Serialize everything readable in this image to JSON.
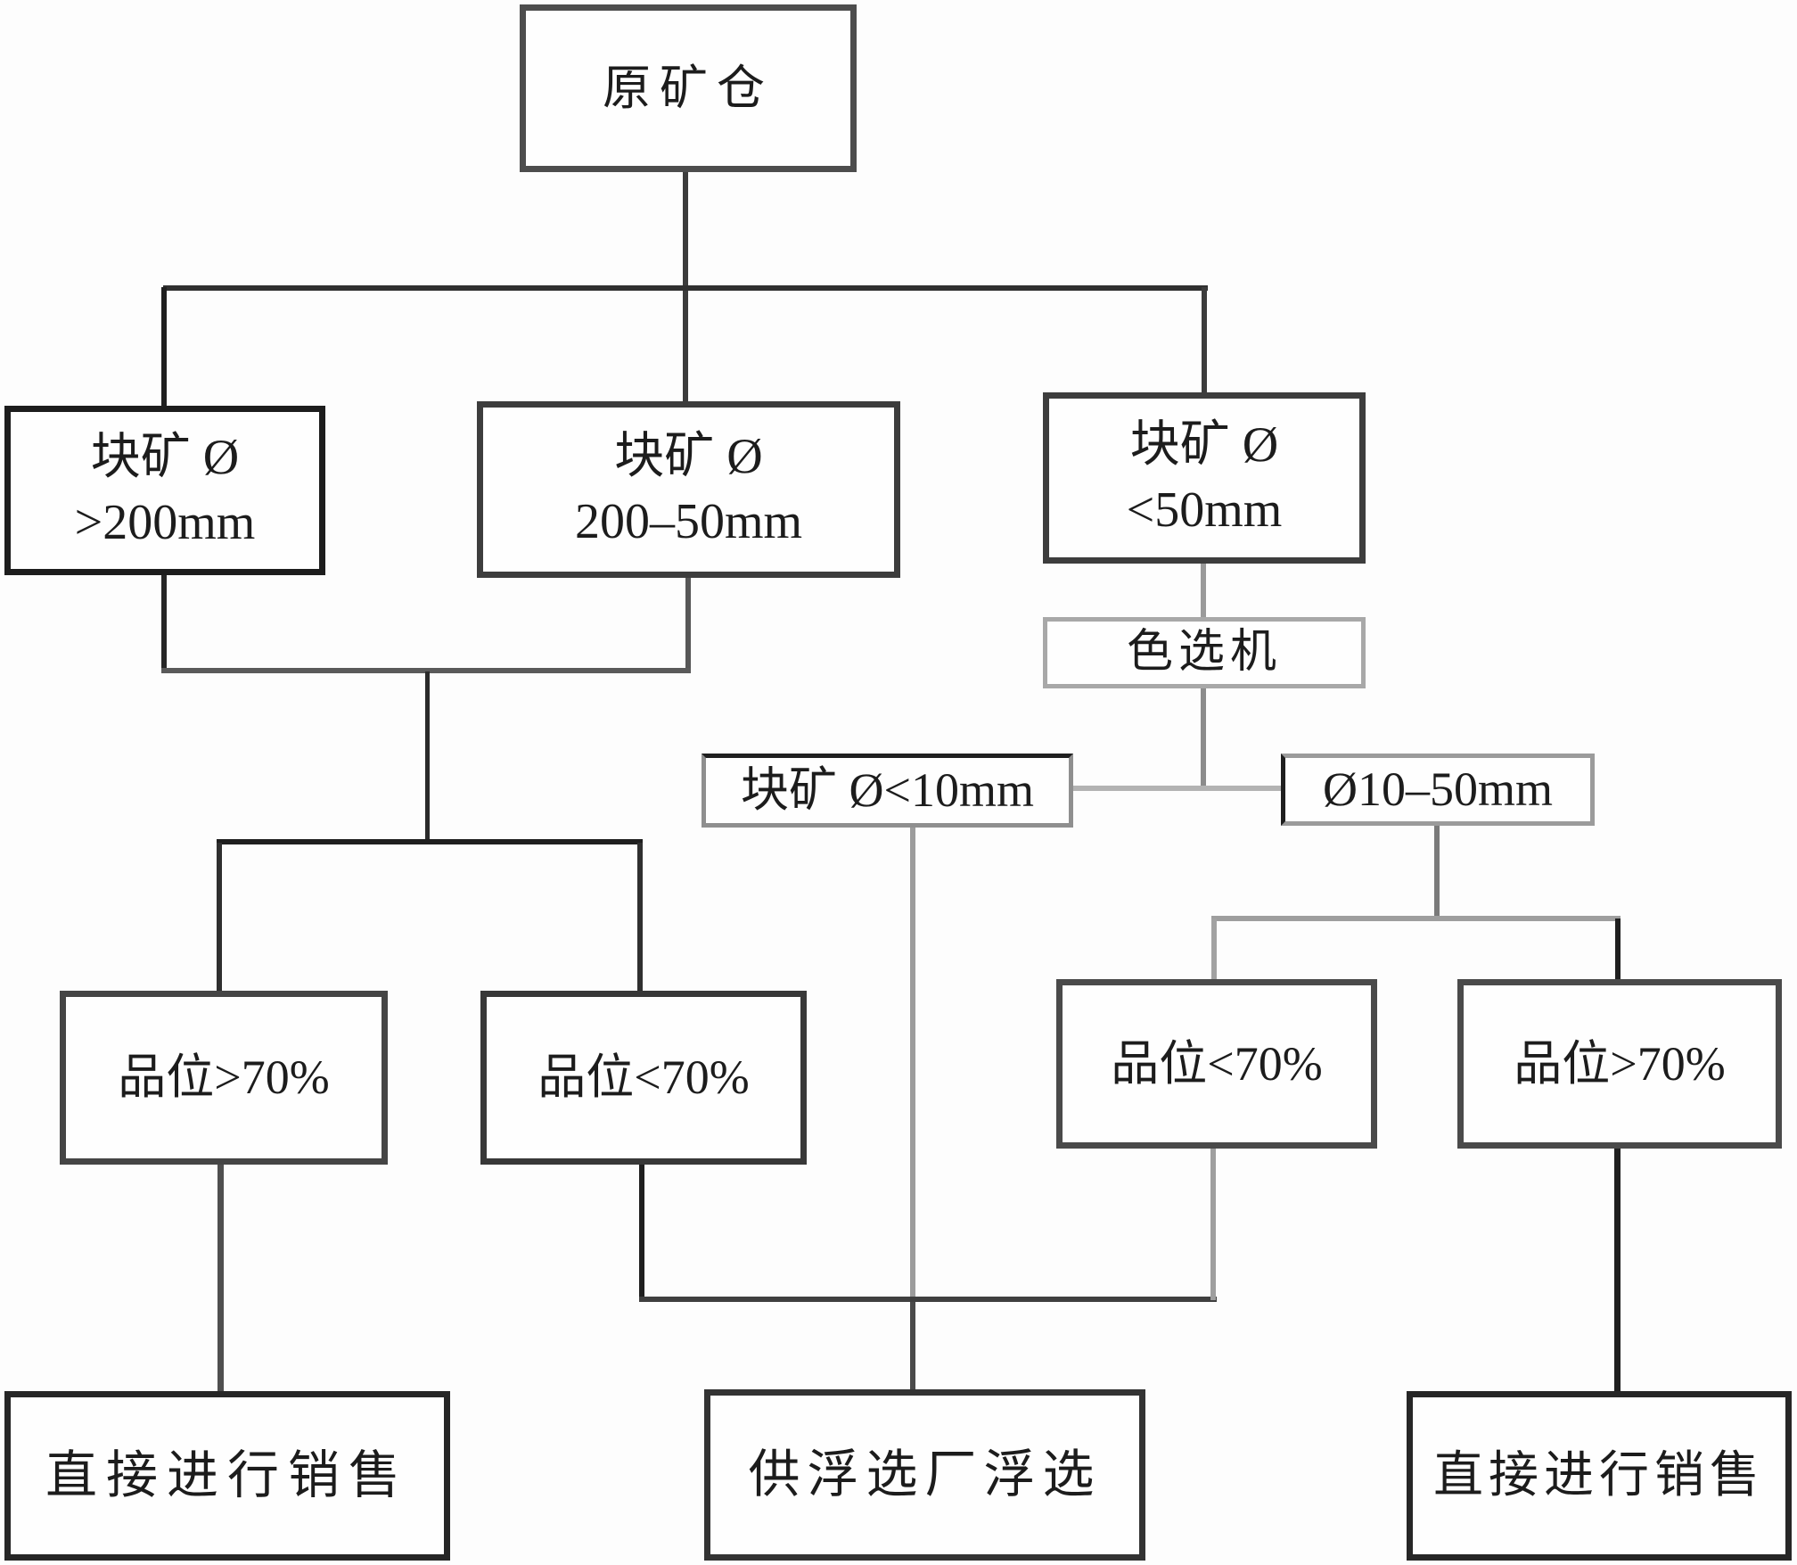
{
  "diagram": {
    "type": "flowchart",
    "language": "zh-CN",
    "nodes": {
      "raw_ore_bin": {
        "label": "原矿仓"
      },
      "lump_gt_200": {
        "line1": "块矿 Ø",
        "line2": ">200mm"
      },
      "lump_200_50": {
        "line1": "块矿 Ø",
        "line2": "200–50mm"
      },
      "lump_lt_50": {
        "line1": "块矿 Ø",
        "line2": "<50mm"
      },
      "color_sorter": {
        "label": "色选机"
      },
      "lump_lt_10": {
        "label": "块矿 Ø<10mm"
      },
      "dia_10_50": {
        "label": "Ø10–50mm"
      },
      "grade_gt_70_left": {
        "label": "品位>70%"
      },
      "grade_lt_70_left": {
        "label": "品位<70%"
      },
      "grade_lt_70_right": {
        "label": "品位<70%"
      },
      "grade_gt_70_right": {
        "label": "品位>70%"
      },
      "sell_left": {
        "label": "直接进行销售"
      },
      "flotation": {
        "label": "供浮选厂浮选"
      },
      "sell_right": {
        "label": "直接进行销售"
      }
    },
    "colors": {
      "line_dark": "#242424",
      "line_medium": "#555555",
      "line_gray": "#9e9e9e",
      "box_border_dark": "#2e2e2e",
      "box_border_gray": "#a8a8a8",
      "background": "#fdfdfd"
    }
  }
}
